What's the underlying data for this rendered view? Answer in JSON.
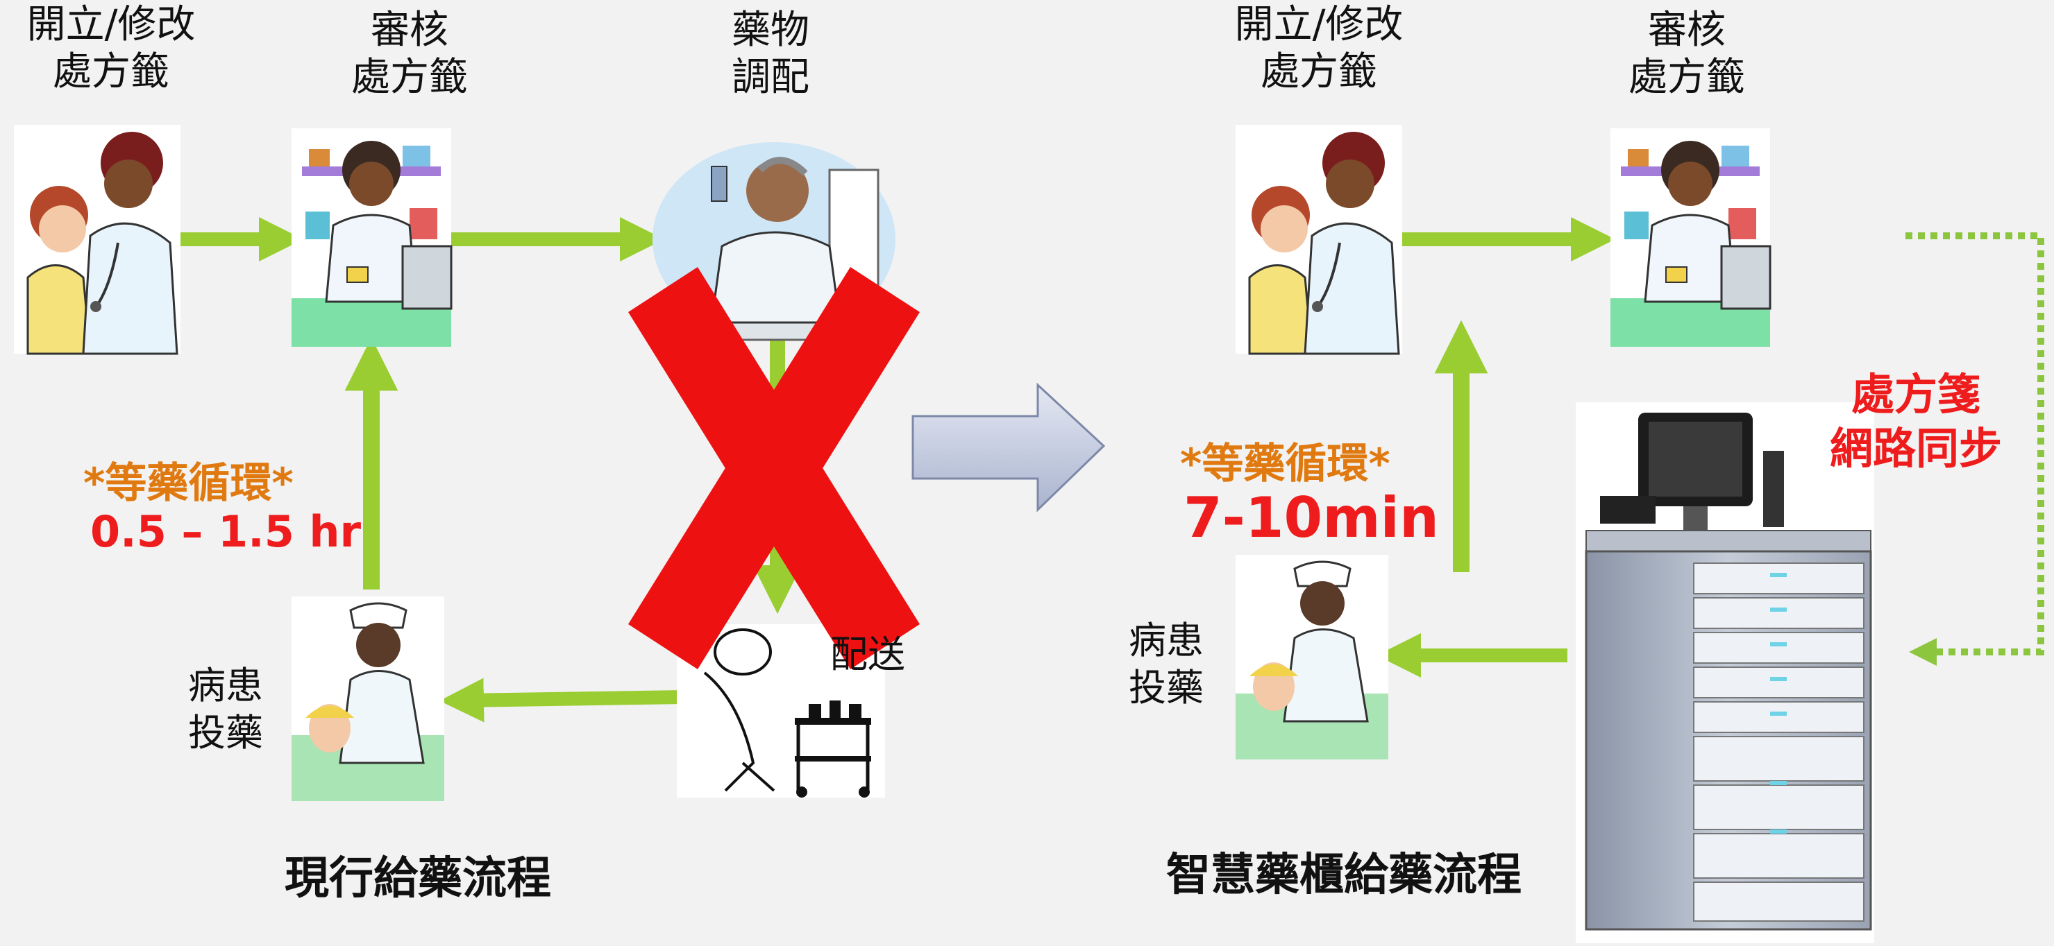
{
  "left_flow": {
    "steps": {
      "prescribe": "開立/修改\n處方籤",
      "review": "審核\n處方籤",
      "dispense": "藥物\n調配",
      "deliver": "配送",
      "administer": "病患\n投藥"
    },
    "cycle_title": "*等藥循環*",
    "cycle_time": "0.5 – 1.5 hr",
    "caption": "現行給藥流程"
  },
  "right_flow": {
    "steps": {
      "prescribe": "開立/修改\n處方籤",
      "review": "審核\n處方籤",
      "administer": "病患\n投藥"
    },
    "cycle_title": "*等藥循環*",
    "cycle_time": "7-10min",
    "sync_label": "處方箋\n網路同步",
    "caption": "智慧藥櫃給藥流程"
  },
  "icons": [
    "doctor-patient-icon",
    "pharmacist-icon",
    "chemist-icon",
    "delivery-person-icon",
    "nurse-patient-icon",
    "smart-cabinet-icon",
    "red-x-icon",
    "transition-arrow-icon"
  ],
  "colors": {
    "flow_arrow": "#9acd32",
    "sync_arrow": "#8cc63f",
    "cycle_title": "#e07a10",
    "cycle_time": "#ee1c1c",
    "cross": "#ee1111",
    "transition_arrow": "#c5cce0"
  }
}
